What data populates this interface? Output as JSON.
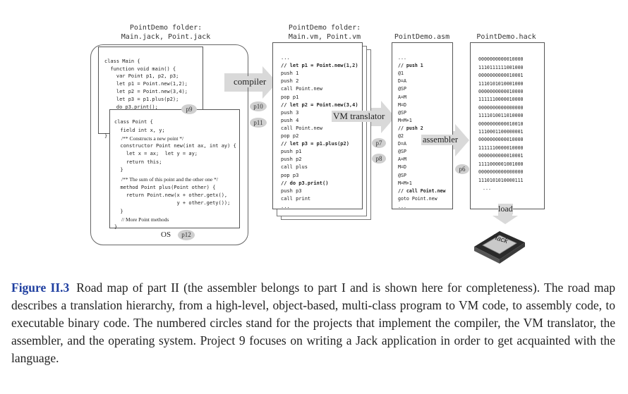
{
  "headers": {
    "jack": [
      "PointDemo folder:",
      "Main.jack, Point.jack"
    ],
    "vm": [
      "PointDemo folder:",
      "Main.vm, Point.vm"
    ],
    "asm": "PointDemo.asm",
    "hack": "PointDemo.hack"
  },
  "main_jack": [
    "class Main {",
    "  function void main() {",
    "    var Point p1, p2, p3;",
    "    let p1 = Point.new(1,2);",
    "    let p2 = Point.new(3,4);",
    "    let p3 = p1.plus(p2);",
    "    do p3.print();"
  ],
  "main_close": [
    "  }",
    "}"
  ],
  "point_jack": {
    "l1": "class Point {",
    "l2": "  field int x, y;",
    "c1": "/** Constructs a new point */",
    "l3": "  constructor Point new(int ax, int ay) {",
    "l4": "    let x = ax;  let y = ay;",
    "l5": "    return this;",
    "l6": "  }",
    "c2": "/** The sum of this point and the other one */",
    "l7": "  method Point plus(Point other) {",
    "l8": "    return Point.new(x + other.getx(),",
    "l9": "                     y + other.gety());",
    "l10": "  }",
    "c3": "// More Point methods",
    "l11": "}"
  },
  "vm_lines": [
    "...",
    "// let p1 = Point.new(1,2)",
    "push 1",
    "push 2",
    "call Point.new",
    "pop p1",
    "// let p2 = Point.new(3,4)",
    "push 3",
    "push 4",
    "call Point.new",
    "pop p2",
    "// let p3 = p1.plus(p2)",
    "push p1",
    "push p2",
    "call plus",
    "pop p3",
    "// do p3.print()",
    "push p3",
    "call print",
    "..."
  ],
  "asm_lines": [
    "...",
    "// push 1",
    "@1",
    "D=A",
    "@SP",
    "A=M",
    "M=D",
    "@SP",
    "M=M+1",
    "// push 2",
    "@2",
    "D=A",
    "@SP",
    "A=M",
    "M=D",
    "@SP",
    "M=M+1",
    "// call Point.new",
    "goto Point.new",
    "..."
  ],
  "hack_lines": [
    "0000000000010000",
    "1110111111001000",
    "0000000000010001",
    "1110101010001000",
    "0000000000010000",
    "1111110000010000",
    "0000000000000000",
    "1111010011010000",
    "0000000000010010",
    "1110001100000001",
    "0000000000010000",
    "1111110000010000",
    "0000000000010001",
    "1111000001001000",
    "0000000000000000",
    "1110101010000111",
    "..."
  ],
  "arrows": {
    "compiler": "compiler",
    "vm_translator": "VM translator",
    "assembler": "assembler",
    "load": "load"
  },
  "badges": {
    "p9": "p9",
    "p10": "p10",
    "p11": "p11",
    "p12": "p12",
    "p7": "p7",
    "p8": "p8",
    "p6": "p6"
  },
  "os_label": "OS",
  "chip_label": "Hack",
  "caption": {
    "figure": "Figure II.3",
    "text": "Road map of part II (the assembler belongs to part I and is shown here for completeness). The road map describes a translation hierarchy, from a high-level, object-based, multi-class program to VM code, to assembly code, to executable binary code. The numbered circles stand for the projects that implement the compiler, the VM translator, the assembler, and the operating system. Project 9 focuses on writing a Jack application in order to get acquainted with the language."
  }
}
